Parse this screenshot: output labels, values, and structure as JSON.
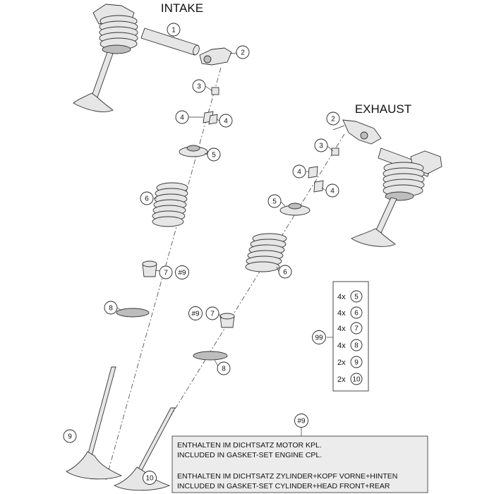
{
  "diagram": {
    "title_intake": "INTAKE",
    "title_exhaust": "EXHAUST",
    "callouts": [
      {
        "id": "c1",
        "label": "1"
      },
      {
        "id": "c2a",
        "label": "2"
      },
      {
        "id": "c2b",
        "label": "2"
      },
      {
        "id": "c3a",
        "label": "3"
      },
      {
        "id": "c3b",
        "label": "3"
      },
      {
        "id": "c4a",
        "label": "4"
      },
      {
        "id": "c4b",
        "label": "4"
      },
      {
        "id": "c4c",
        "label": "4"
      },
      {
        "id": "c4d",
        "label": "4"
      },
      {
        "id": "c5a",
        "label": "5"
      },
      {
        "id": "c5b",
        "label": "5"
      },
      {
        "id": "c6a",
        "label": "6"
      },
      {
        "id": "c6b",
        "label": "6"
      },
      {
        "id": "c7a",
        "label": "7"
      },
      {
        "id": "c7b",
        "label": "7"
      },
      {
        "id": "c9a",
        "label": "#9"
      },
      {
        "id": "c9b",
        "label": "#9"
      },
      {
        "id": "c8a",
        "label": "8"
      },
      {
        "id": "c8b",
        "label": "8"
      },
      {
        "id": "c9",
        "label": "9"
      },
      {
        "id": "c10",
        "label": "10"
      },
      {
        "id": "c99",
        "label": "99"
      },
      {
        "id": "c9note",
        "label": "#9"
      }
    ],
    "kit": {
      "rows": [
        {
          "qty": "4x",
          "part": "5"
        },
        {
          "qty": "4x",
          "part": "6"
        },
        {
          "qty": "4x",
          "part": "7"
        },
        {
          "qty": "4x",
          "part": "8"
        },
        {
          "qty": "2x",
          "part": "9"
        },
        {
          "qty": "2x",
          "part": "10"
        }
      ]
    },
    "note": {
      "lines": [
        "ENTHALTEN IM DICHTSATZ MOTOR KPL.",
        "INCLUDED IN GASKET-SET ENGINE CPL.",
        "",
        "ENTHALTEN IM DICHTSATZ ZYLINDER+KOPF VORNE+HINTEN",
        "INCLUDED IN GASKET-SET CYLINDER+HEAD FRONT+REAR"
      ]
    }
  }
}
